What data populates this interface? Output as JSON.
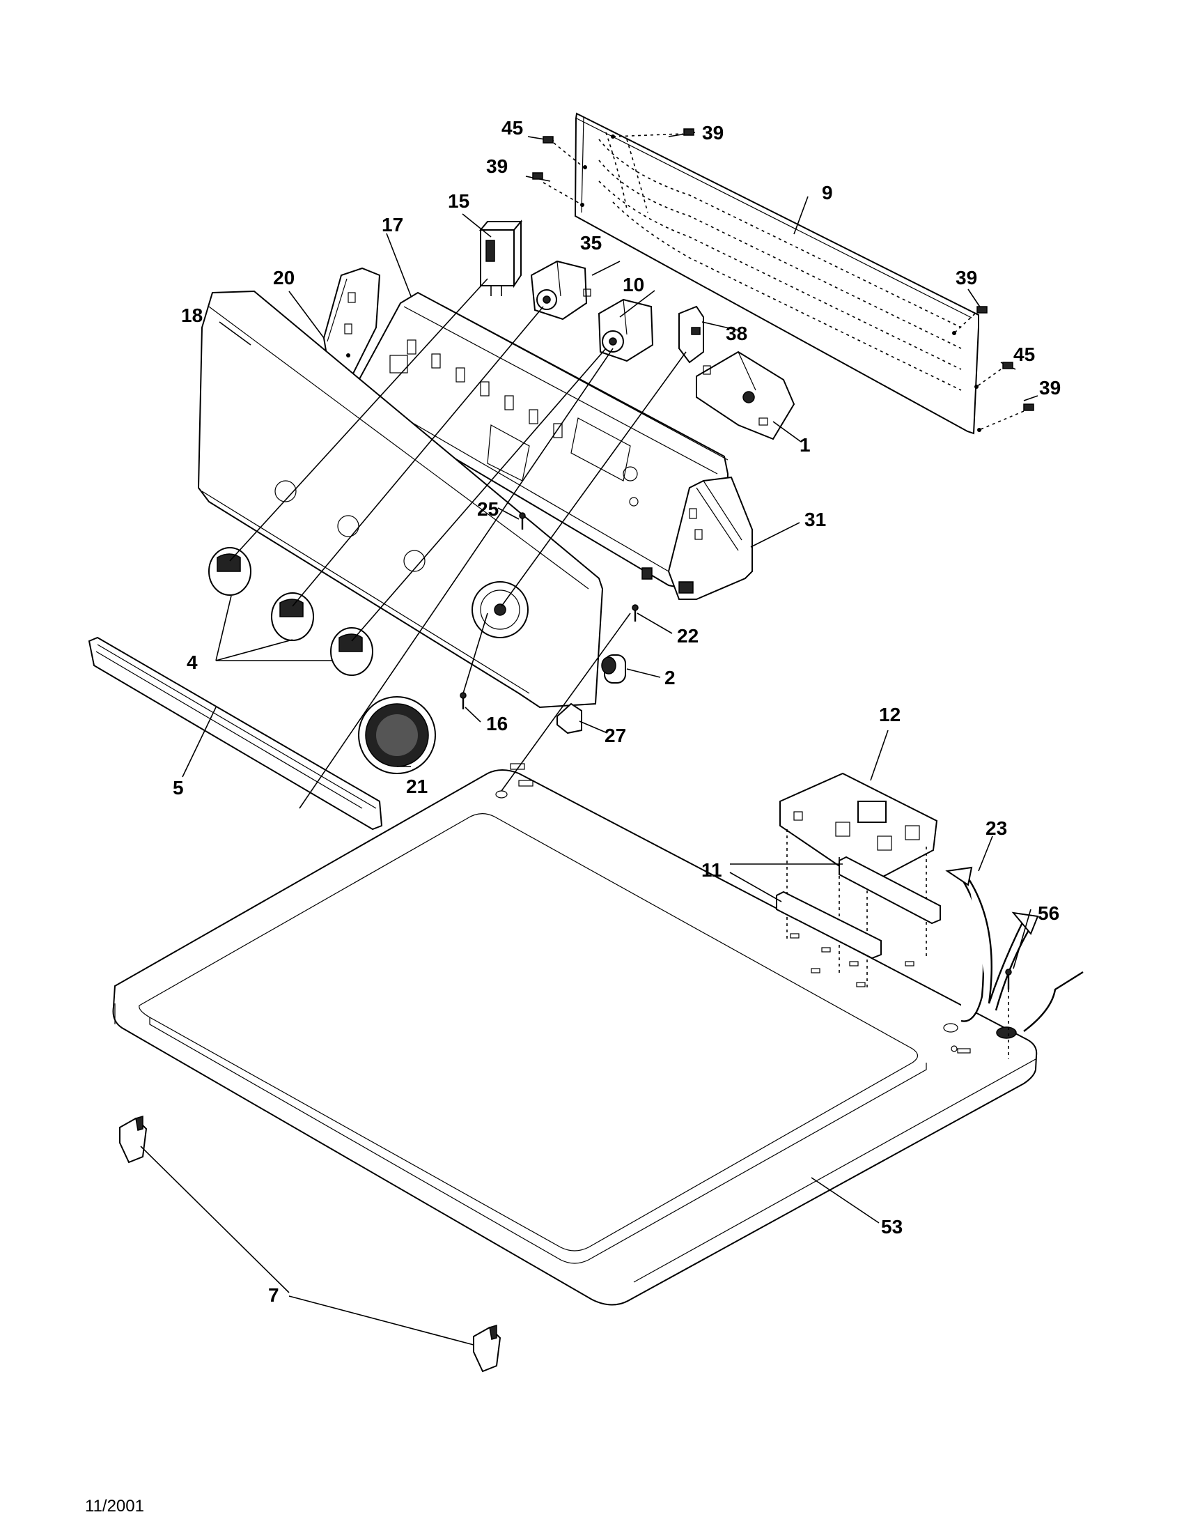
{
  "diagram": {
    "date_stamp": "11/2001",
    "callouts": [
      {
        "id": "1",
        "label": "1"
      },
      {
        "id": "2",
        "label": "2"
      },
      {
        "id": "4",
        "label": "4"
      },
      {
        "id": "5",
        "label": "5"
      },
      {
        "id": "7",
        "label": "7"
      },
      {
        "id": "9",
        "label": "9"
      },
      {
        "id": "10",
        "label": "10"
      },
      {
        "id": "11",
        "label": "11"
      },
      {
        "id": "12",
        "label": "12"
      },
      {
        "id": "15",
        "label": "15"
      },
      {
        "id": "16",
        "label": "16"
      },
      {
        "id": "17",
        "label": "17"
      },
      {
        "id": "18",
        "label": "18"
      },
      {
        "id": "20",
        "label": "20"
      },
      {
        "id": "21",
        "label": "21"
      },
      {
        "id": "22",
        "label": "22"
      },
      {
        "id": "23",
        "label": "23"
      },
      {
        "id": "25",
        "label": "25"
      },
      {
        "id": "27",
        "label": "27"
      },
      {
        "id": "31",
        "label": "31"
      },
      {
        "id": "35",
        "label": "35"
      },
      {
        "id": "38",
        "label": "38"
      },
      {
        "id": "39a",
        "label": "39"
      },
      {
        "id": "39b",
        "label": "39"
      },
      {
        "id": "39c",
        "label": "39"
      },
      {
        "id": "39d",
        "label": "39"
      },
      {
        "id": "45a",
        "label": "45"
      },
      {
        "id": "45b",
        "label": "45"
      },
      {
        "id": "53",
        "label": "53"
      },
      {
        "id": "56",
        "label": "56"
      }
    ]
  }
}
